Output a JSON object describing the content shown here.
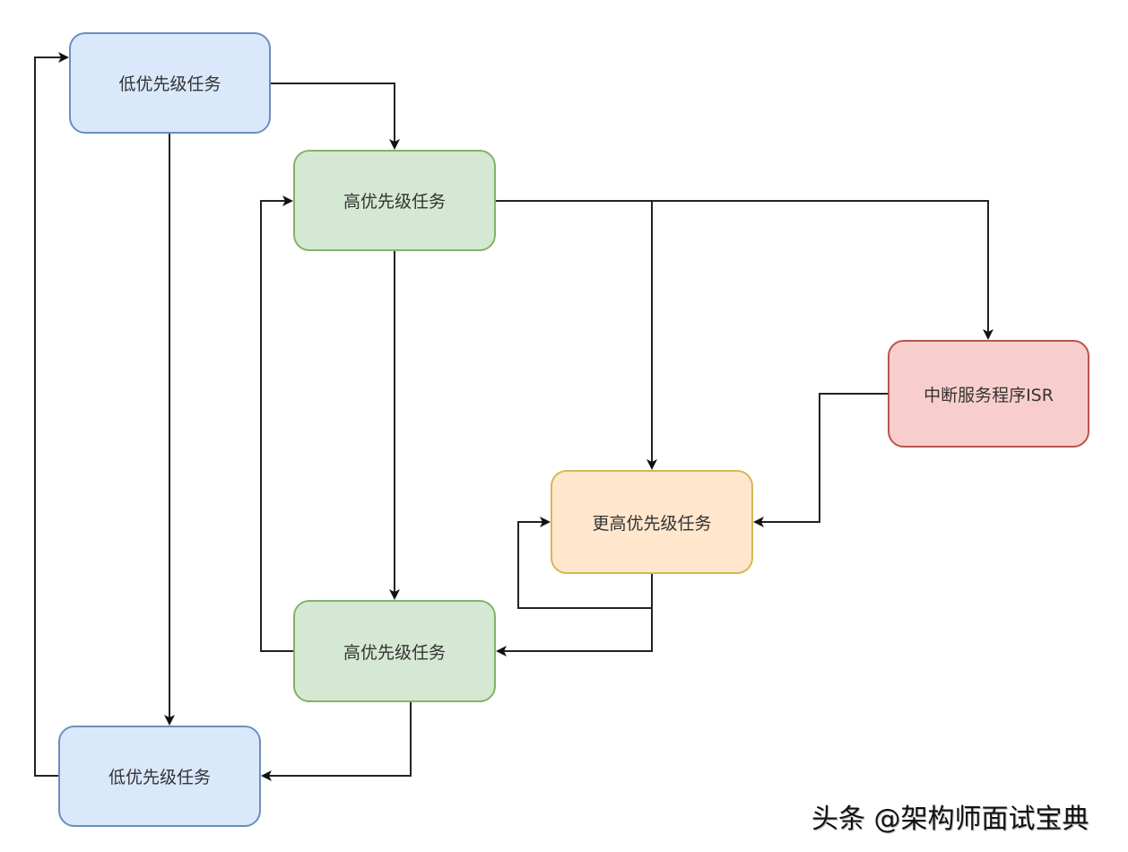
{
  "diagram": {
    "type": "flowchart",
    "nodes": [
      {
        "id": "low_top",
        "label": "低优先级任务",
        "color": "#dae8fc",
        "border": "#6c8ebf"
      },
      {
        "id": "high_top",
        "label": "高优先级任务",
        "color": "#d5e8d4",
        "border": "#82b366"
      },
      {
        "id": "isr",
        "label": "中断服务程序ISR",
        "color": "#f8cecc",
        "border": "#b85450"
      },
      {
        "id": "higher",
        "label": "更高优先级任务",
        "color": "#ffe6cc",
        "border": "#d6b656"
      },
      {
        "id": "high_bot",
        "label": "高优先级任务",
        "color": "#d5e8d4",
        "border": "#82b366"
      },
      {
        "id": "low_bot",
        "label": "低优先级任务",
        "color": "#dae8fc",
        "border": "#6c8ebf"
      }
    ],
    "edges": [
      {
        "from": "low_top",
        "to": "high_top"
      },
      {
        "from": "low_top",
        "to": "low_bot"
      },
      {
        "from": "low_bot",
        "to": "low_top"
      },
      {
        "from": "high_top",
        "to": "higher"
      },
      {
        "from": "high_top",
        "to": "isr"
      },
      {
        "from": "high_top",
        "to": "high_bot"
      },
      {
        "from": "high_bot",
        "to": "high_top"
      },
      {
        "from": "isr",
        "to": "higher"
      },
      {
        "from": "higher",
        "to": "higher"
      },
      {
        "from": "higher",
        "to": "high_bot"
      },
      {
        "from": "high_bot",
        "to": "low_bot"
      }
    ]
  },
  "watermark": "头条 @架构师面试宝典"
}
